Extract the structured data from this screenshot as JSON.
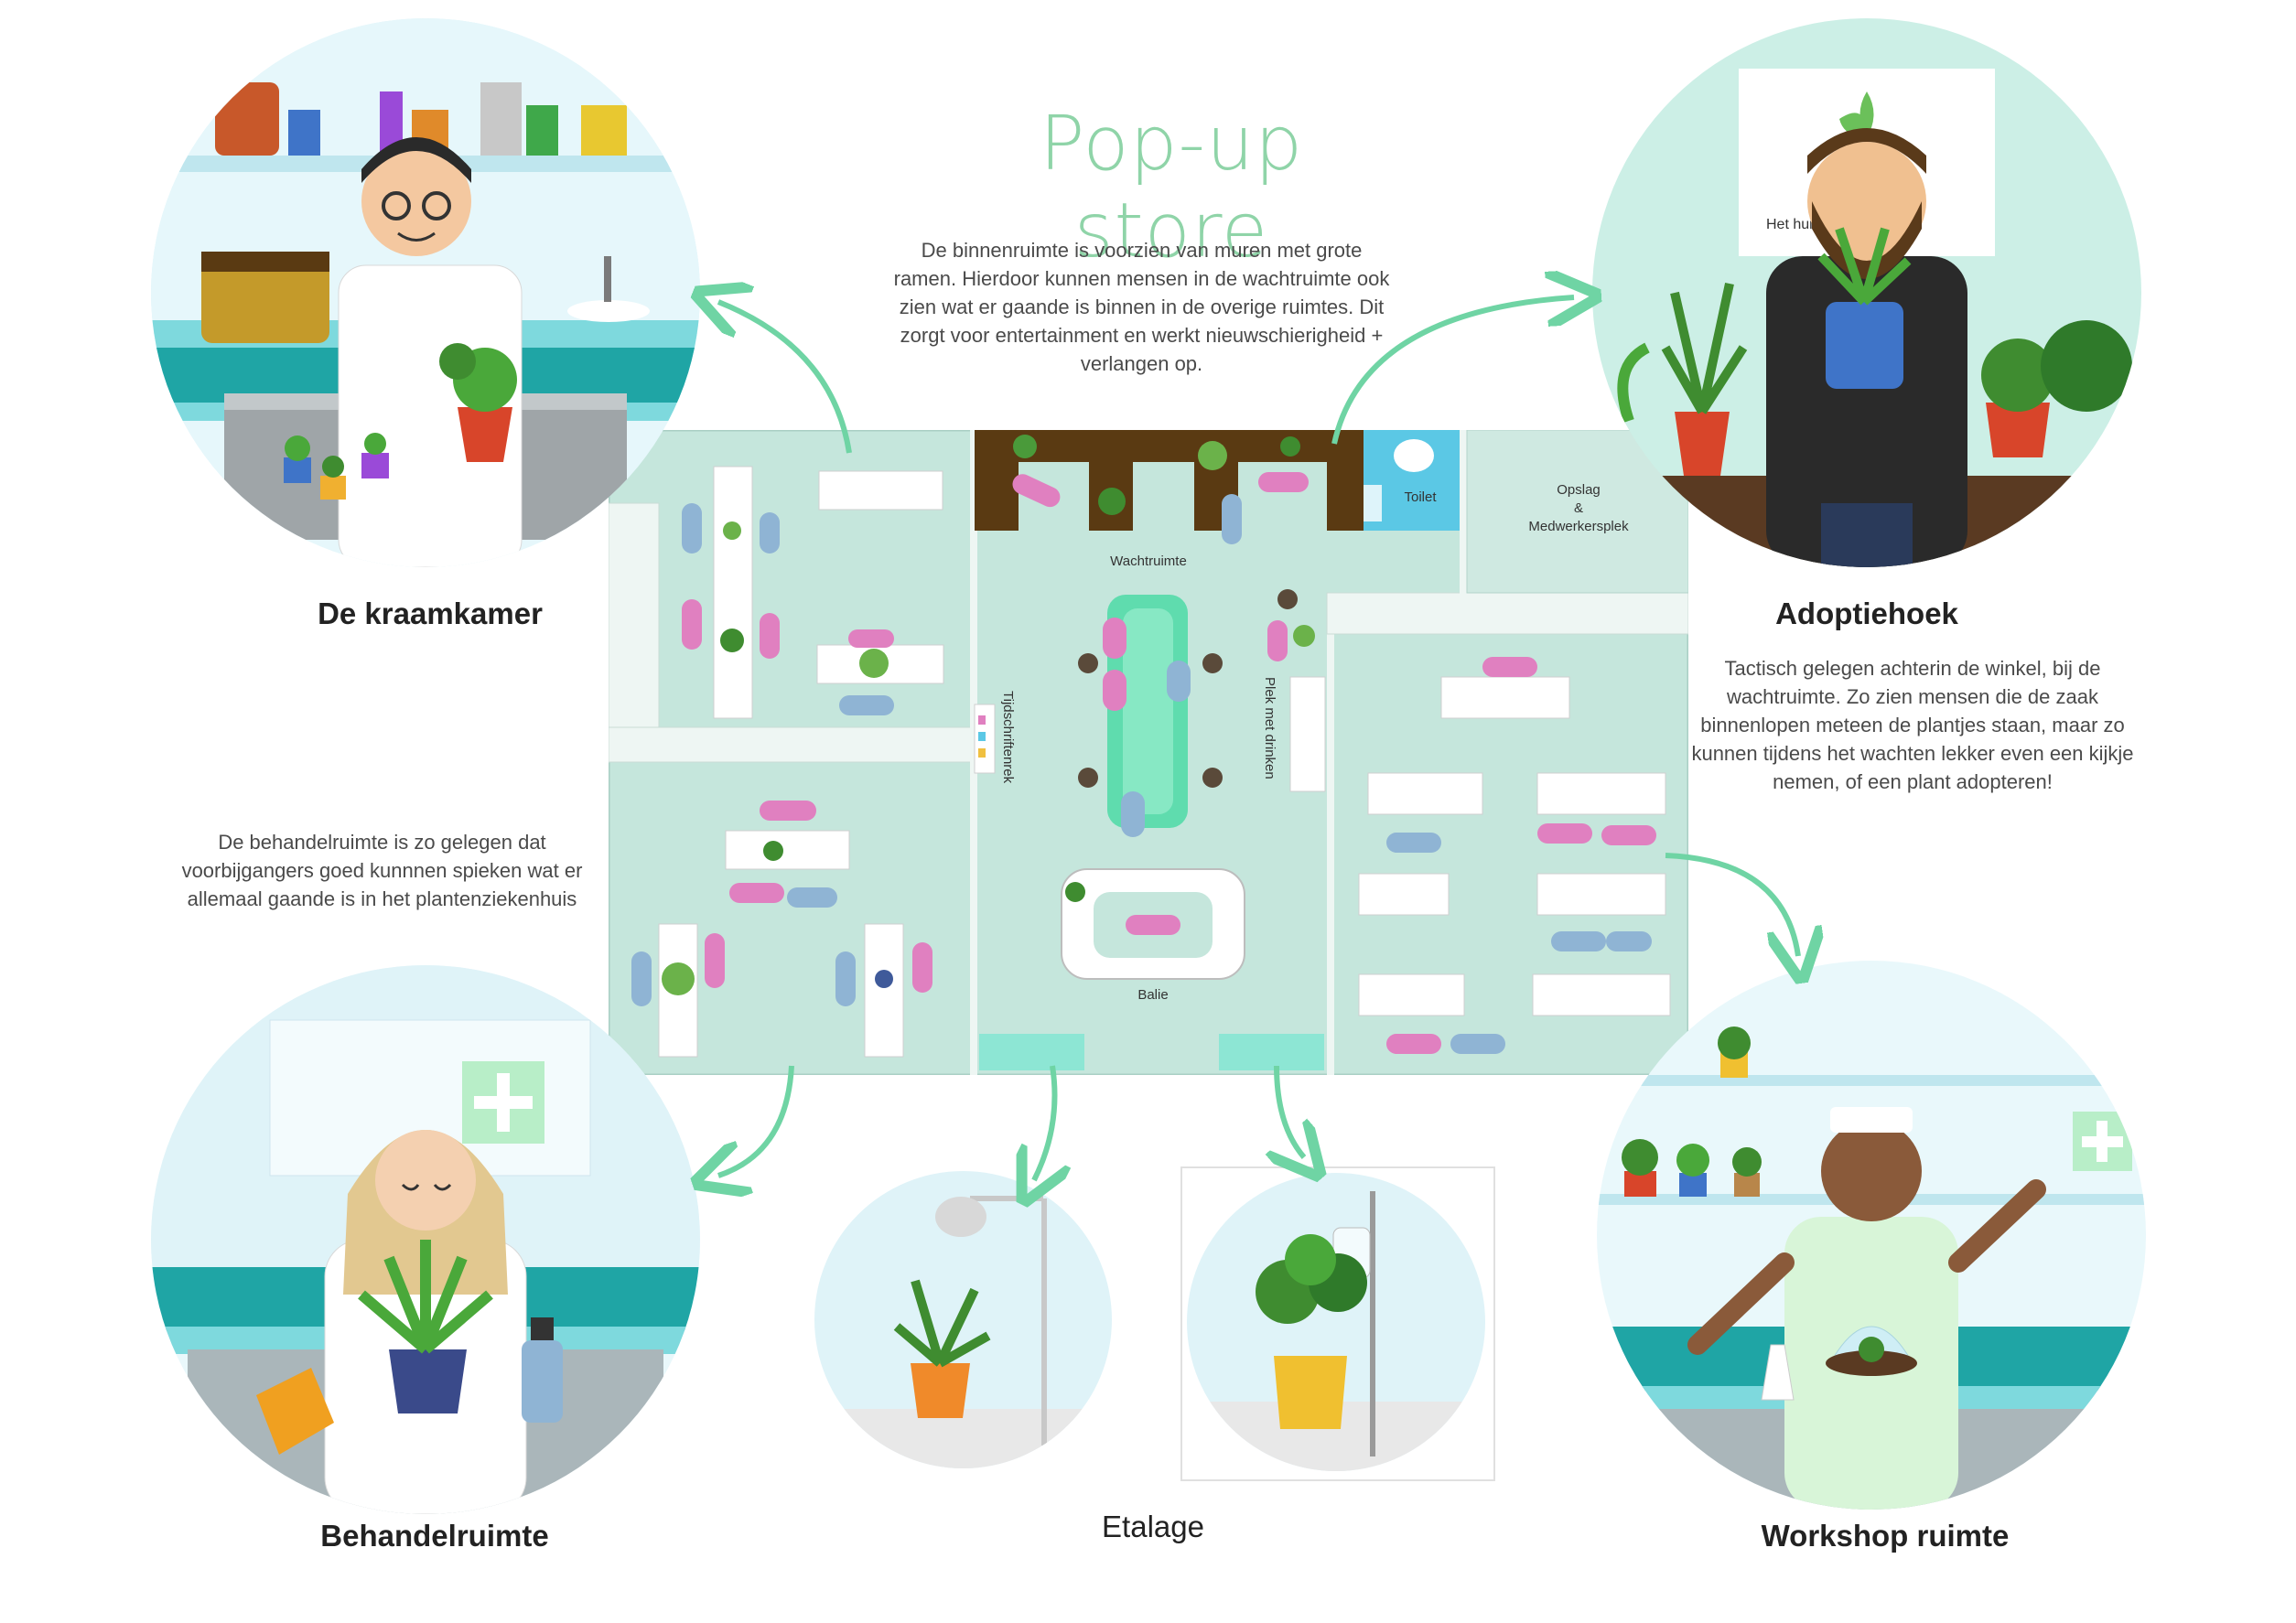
{
  "title": "Pop-up store",
  "notes": {
    "interior": "De binnenruimte is voorzien van muren met grote ramen. Hierdoor kunnen mensen in de wachtruimte ook zien wat er gaande is binnen in de overige ruimtes. Dit zorgt voor entertainment en werkt nieuwschierigheid + verlangen op.",
    "adoption": "Tactisch gelegen achterin de winkel, bij de wachtruimte. Zo zien mensen die de zaak binnenlopen meteen de plantjes staan, maar zo kunnen tijdens het wachten lekker even een kijkje nemen, of een plant adopteren!",
    "treatment": "De behandelruimte is zo gelegen dat voorbijgangers goed kunnnen spieken wat er allemaal gaande is in het plantenziekenhuis"
  },
  "rooms": {
    "kraamkamer": "De kraamkamer",
    "adoptiehoek": "Adoptiehoek",
    "behandelruimte": "Behandelruimte",
    "etalage": "Etalage",
    "workshop": "Workshop ruimte"
  },
  "floorplan": {
    "toilet": "Toilet",
    "storage": "Opslag\n&\nMedwerkersplek",
    "storage_line1": "Opslag",
    "storage_line2": "&",
    "storage_line3": "Medwerkersplek",
    "waiting": "Wachtruimte",
    "magazine_rack": "Tijdschriftenrek",
    "drinks": "Plek met drinken",
    "counter": "Balie"
  },
  "sign_text": "Het      huis",
  "colors": {
    "floor": "#c5e6dc",
    "wall": "#e9f3f0",
    "arrow": "#6fd4a4",
    "title": "#8fd4a8",
    "wood": "#5a3a12",
    "pink": "#e080c0",
    "blue": "#8fb4d4",
    "circle_bg": "#c6ecf5",
    "teal": "#1fa5a5"
  }
}
